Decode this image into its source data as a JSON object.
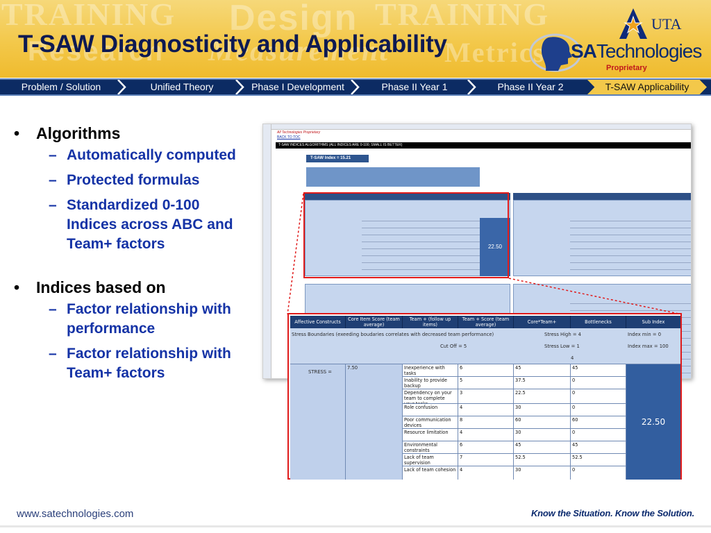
{
  "slide": {
    "title": "T-SAW Diagnosticity and Applicability",
    "watermark": [
      "TRAINING",
      "Design",
      "TRAINING",
      "Research",
      "Measurement",
      "Metrics"
    ]
  },
  "logos": {
    "uta": "UTA",
    "sa_prefix": "SA",
    "sa_suffix": "Technologies",
    "proprietary": "Proprietary"
  },
  "nav": {
    "items": [
      {
        "label": "Problem / Solution",
        "active": false
      },
      {
        "label": "Unified Theory",
        "active": false
      },
      {
        "label": "Phase I Development",
        "active": false
      },
      {
        "label": "Phase II Year 1",
        "active": false
      },
      {
        "label": "Phase II Year 2",
        "active": false
      },
      {
        "label": "T-SAW Applicability",
        "active": true
      }
    ]
  },
  "bullets": [
    {
      "label": "Algorithms",
      "subs": [
        "Automatically computed",
        "Protected formulas",
        "Standardized 0-100 Indices across ABC and Team+ factors"
      ]
    },
    {
      "label": "Indices based on",
      "subs": [
        "Factor relationship with performance",
        "Factor relationship with Team+ factors"
      ]
    }
  ],
  "sheet": {
    "proprietary_note": "All Technologies Proprietary",
    "back_link": "BACK TO TOC",
    "black_bar": "T-SAW INDICES ALGORITHMS (ALL INDICES ARE 0-100; SMALL IS BETTER)",
    "index_title": "T-SAW Index = 15.21",
    "mini_sub_value": "22.50"
  },
  "zoom_table": {
    "headers": [
      "Affective Constructs",
      "Core Item Score (team average)",
      "Team + (follow up items)",
      "Team + Score (team average)",
      "Core*Team+",
      "Bottlenecks",
      "Sub Index"
    ],
    "boundary_text": "Stress Boundaries (exeeding boudaries correlates with decreased team performance)",
    "stress_high": "Stress High = 4",
    "index_min": "Index min = 0",
    "cut_off": "Cut Off = 5",
    "stress_low": "Stress Low = 1",
    "index_max": "Index max = 100",
    "four": "4",
    "construct": "STRESS =",
    "core_score": "7.50",
    "rows": [
      {
        "item": "Inexperience with tasks",
        "score": "6",
        "core_team": "45",
        "bottleneck": "45"
      },
      {
        "item": "Inability to provide backup",
        "score": "5",
        "core_team": "37.5",
        "bottleneck": "0"
      },
      {
        "item": "Dependency on your team to complete your tasks",
        "score": "3",
        "core_team": "22.5",
        "bottleneck": "0"
      },
      {
        "item": "Role confusion",
        "score": "4",
        "core_team": "30",
        "bottleneck": "0"
      },
      {
        "item": "Poor communication devices",
        "score": "8",
        "core_team": "60",
        "bottleneck": "60"
      },
      {
        "item": "Resource limitation",
        "score": "4",
        "core_team": "30",
        "bottleneck": "0"
      },
      {
        "item": "Environmental constraints",
        "score": "6",
        "core_team": "45",
        "bottleneck": "45"
      },
      {
        "item": "Lack of team supervision",
        "score": "7",
        "core_team": "52.5",
        "bottleneck": "52.5"
      },
      {
        "item": "Lack of team cohesion",
        "score": "4",
        "core_team": "30",
        "bottleneck": "0"
      }
    ],
    "sub_index": "22.50"
  },
  "footer": {
    "website": "www.satechnologies.com",
    "tagline": "Know the Situation. Know the Solution."
  },
  "colors": {
    "navy": "#0c2b63",
    "gold": "#f3c84a",
    "highlight_red": "#e01a1a",
    "bullet_blue": "#1533a6"
  }
}
